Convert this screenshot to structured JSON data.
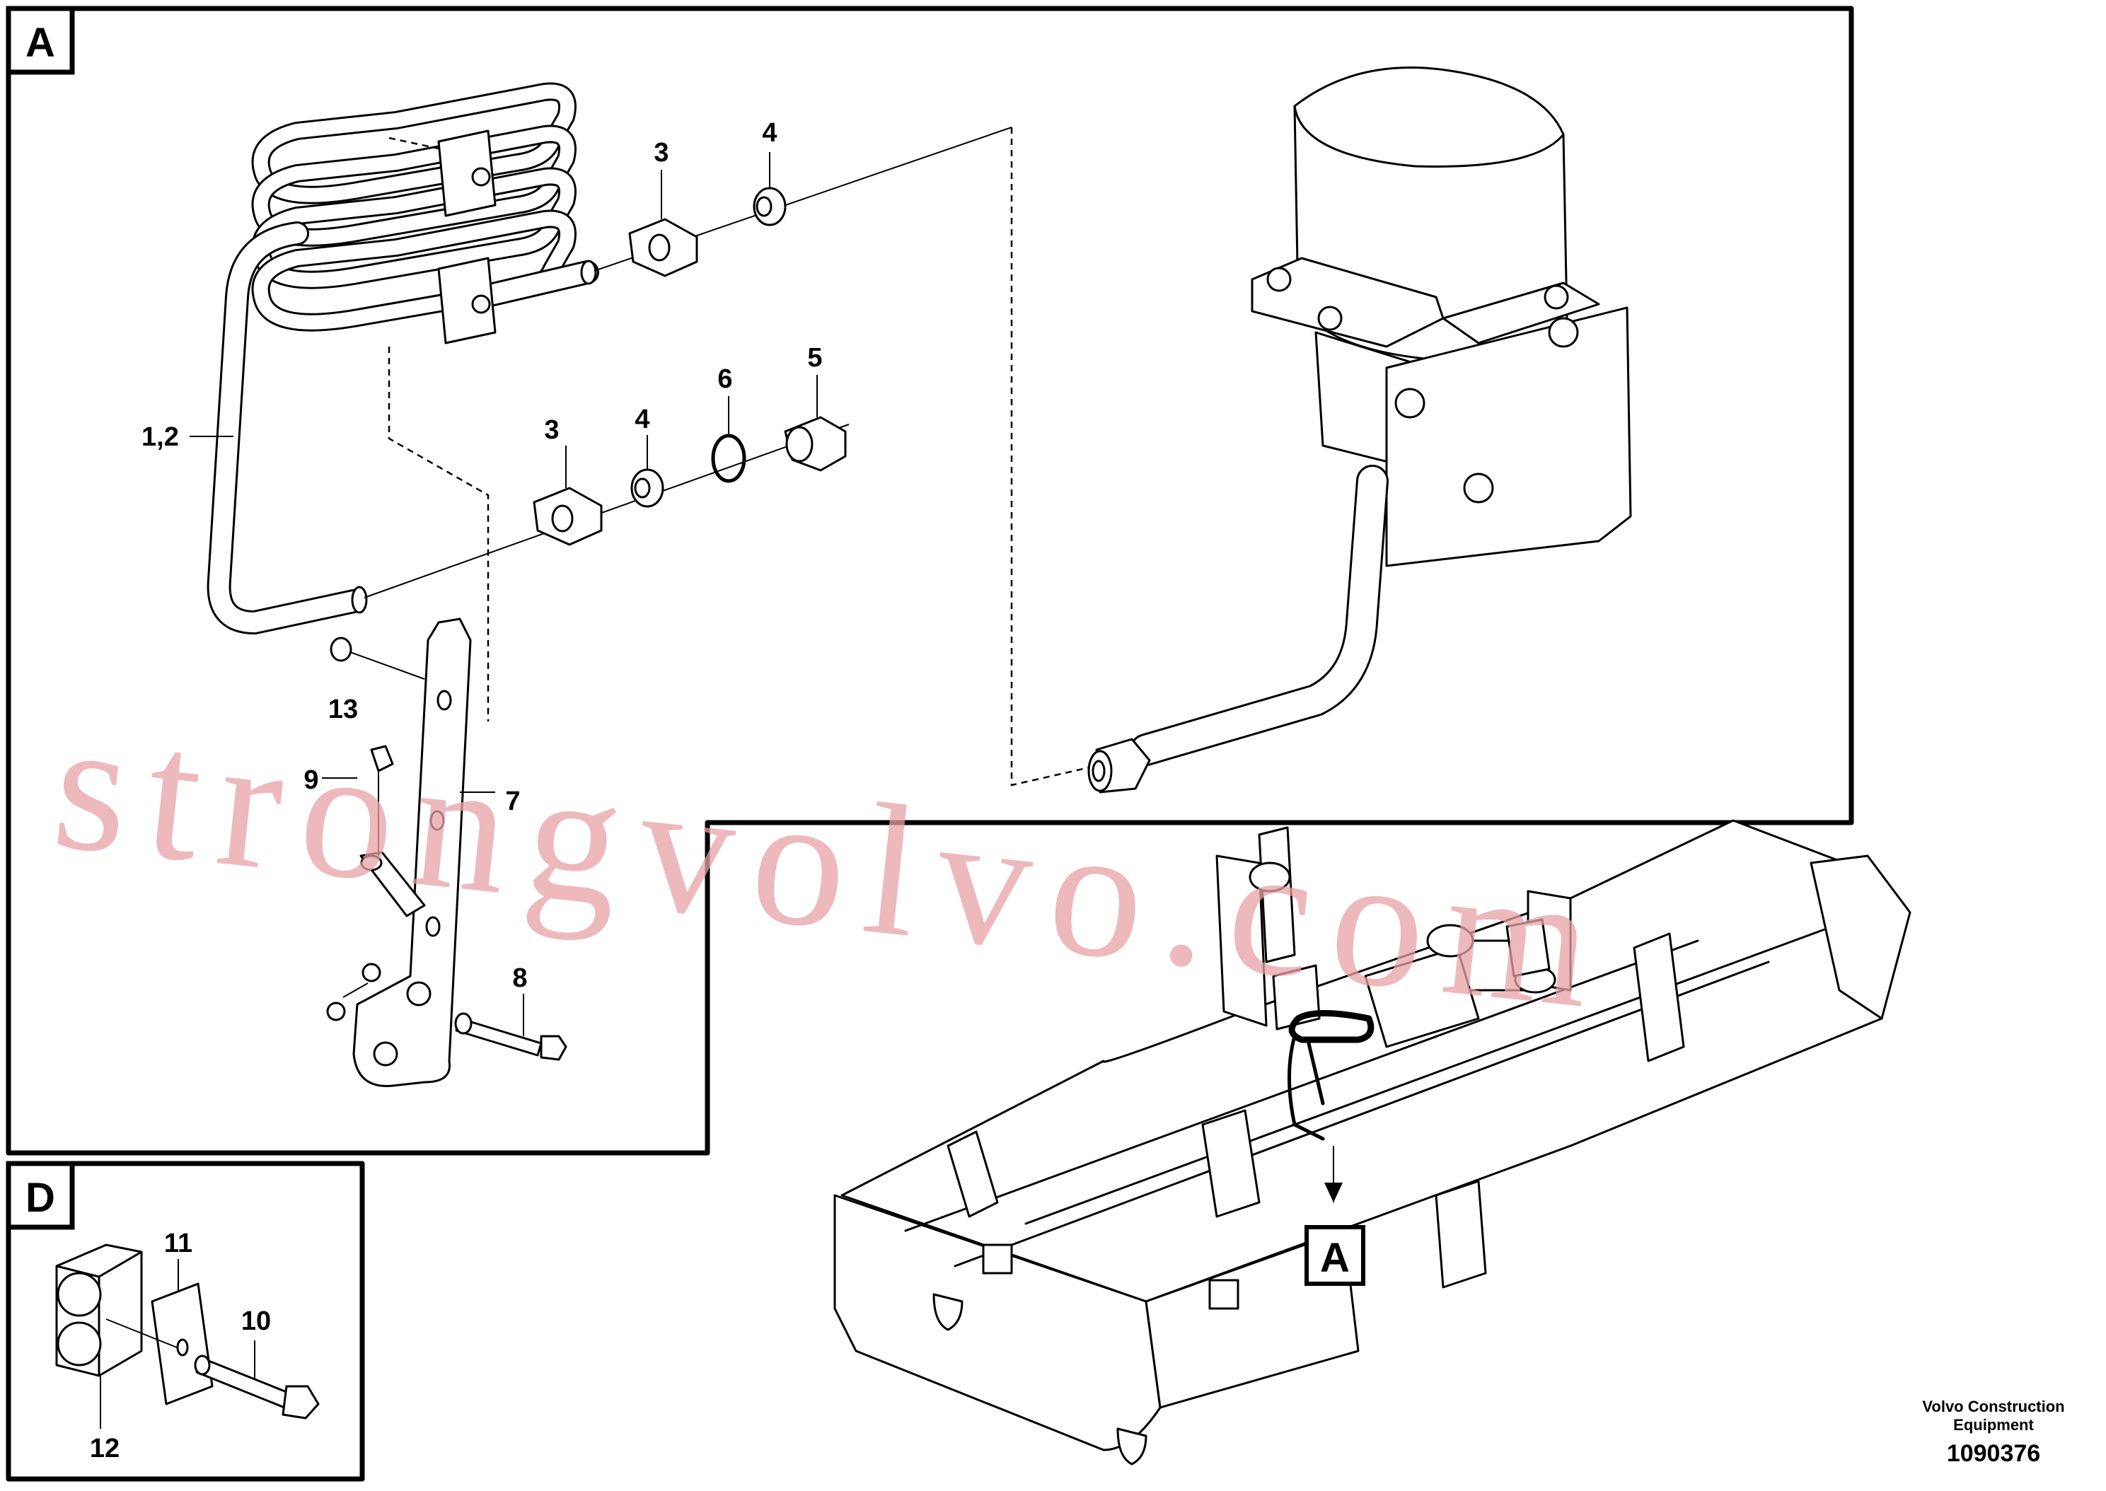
{
  "panels": {
    "a_label": "A",
    "d_label": "D",
    "overview_label": "A"
  },
  "callouts": {
    "c12": "1,2",
    "c3a": "3",
    "c4a": "4",
    "c3b": "3",
    "c4b": "4",
    "c6": "6",
    "c5": "5",
    "c13": "13",
    "c9": "9",
    "c7": "7",
    "c8": "8",
    "c11": "11",
    "c10": "10",
    "c12d": "12"
  },
  "watermark": "strongvolvo.com",
  "footer": {
    "company_line1": "Volvo Construction",
    "company_line2": "Equipment",
    "drawing_number": "1090376"
  }
}
